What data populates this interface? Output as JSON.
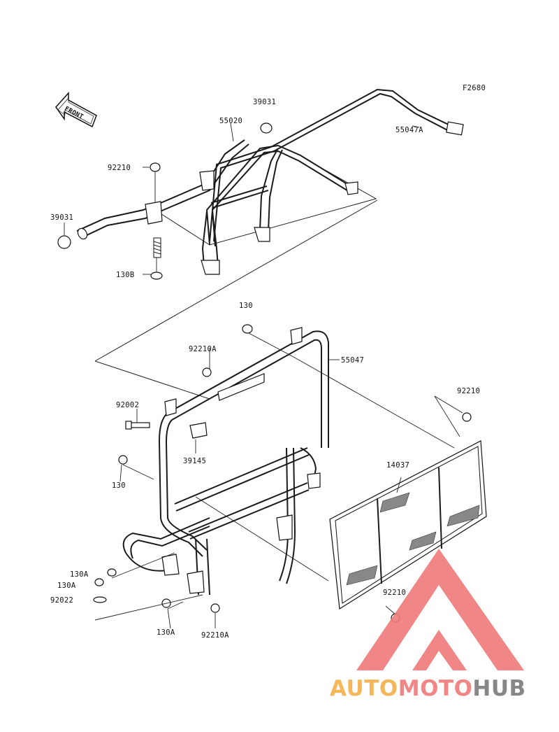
{
  "figure_code": "F2680",
  "front_arrow_label": "FRONT",
  "callouts": {
    "c39031_top": "39031",
    "c55020": "55020",
    "c55047A": "55047A",
    "c92210_top": "92210",
    "c39031_left": "39031",
    "c130B": "130B",
    "c130_mid": "130",
    "c92210A_mid": "92210A",
    "c55047": "55047",
    "c92002": "92002",
    "c39145": "39145",
    "c130_left": "130",
    "c92210_right": "92210",
    "c14037": "14037",
    "c130A_1": "130A",
    "c130A_2": "130A",
    "c92022": "92022",
    "c92210_bottom": "92210",
    "c130A_bottom": "130A",
    "c92210A_bottom": "92210A"
  },
  "watermark": {
    "part1": "AUTO",
    "part2": "MOTO",
    "part3": "HUB",
    "color_orange": "#f6b04a",
    "color_red": "#ef7a78",
    "color_gray": "#7b7b7b"
  }
}
